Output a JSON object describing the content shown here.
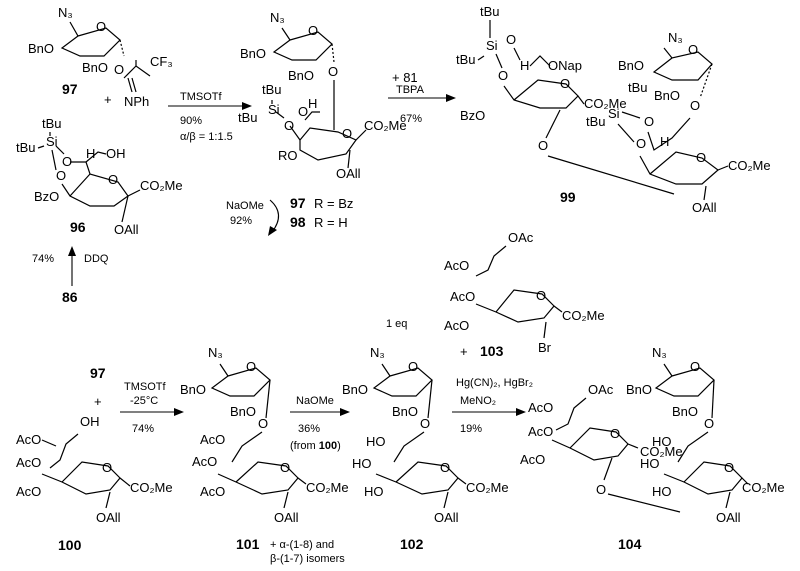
{
  "reaction1": {
    "reagent_97": {
      "n3": "N₃",
      "bno1": "BnO",
      "bno2": "BnO",
      "cf3": "CF₃",
      "nph": "NPh",
      "number": "97"
    },
    "plus": "+",
    "reagent_96": {
      "tbu1": "tBu",
      "si": "Si",
      "tbu2": "tBu",
      "oh": "OH",
      "h": "H",
      "bzo": "BzO",
      "co2me": "CO₂Me",
      "oall": "OAll",
      "number": "96"
    },
    "conditions": {
      "reagent": "TMSOTf",
      "yield": "90%",
      "ratio": "α/β = 1:1.5"
    },
    "product": {
      "n3": "N₃",
      "bno1": "BnO",
      "bno2": "BnO",
      "tbu1": "tBu",
      "si": "Si",
      "tbu2": "tBu",
      "h": "H",
      "co2me": "CO₂Me",
      "ro": "RO",
      "oall": "OAll"
    },
    "deprotection": {
      "reagent": "NaOMe",
      "yield": "92%",
      "entry_97": "97",
      "entry_97_r": "R = Bz",
      "entry_98": "98",
      "entry_98_r": "R = H"
    }
  },
  "ddq_step": {
    "start": "86",
    "yield": "74%",
    "reagent": "DDQ"
  },
  "reaction2": {
    "plus_81": "+ 81",
    "reagent": "TBPA",
    "yield": "67%",
    "product": {
      "tbu1": "tBu",
      "tbu2": "tBu",
      "si": "Si",
      "h1": "H",
      "onap": "ONap",
      "bzo": "BzO",
      "co2me1": "CO₂Me",
      "n3": "N₃",
      "bno1": "BnO",
      "bno2": "BnO",
      "tbu3": "tBu",
      "si2": "Si",
      "tbu4": "tBu",
      "h2": "H",
      "co2me2": "CO₂Me",
      "oall": "OAll",
      "number": "99"
    }
  },
  "reaction3": {
    "reagent_97": "97",
    "plus": "+",
    "reagent_100": {
      "oh": "OH",
      "aco1": "AcO",
      "aco2": "AcO",
      "aco3": "AcO",
      "co2me": "CO₂Me",
      "oall": "OAll",
      "number": "100"
    },
    "conditions": {
      "reagent": "TMSOTf",
      "temp": "-25°C",
      "yield": "74%"
    },
    "product_101": {
      "n3": "N₃",
      "bno1": "BnO",
      "bno2": "BnO",
      "aco1": "AcO",
      "aco2": "AcO",
      "aco3": "AcO",
      "co2me": "CO₂Me",
      "oall": "OAll",
      "number": "101"
    },
    "isomers_note_1": "+ α-(1-8) and",
    "isomers_note_2": "β-(1-7) isomers",
    "step2": {
      "reagent": "NaOMe",
      "yield": "36%",
      "from_prefix": "(from ",
      "from_num": "100",
      "from_suffix": ")"
    },
    "product_102": {
      "n3": "N₃",
      "bno1": "BnO",
      "bno2": "BnO",
      "ho1": "HO",
      "ho2": "HO",
      "ho3": "HO",
      "co2me": "CO₂Me",
      "oall": "OAll",
      "number": "102"
    },
    "donor_103": {
      "eq": "1 eq",
      "oac": "OAc",
      "aco1": "AcO",
      "aco2": "AcO",
      "aco3": "AcO",
      "co2me": "CO₂Me",
      "br": "Br",
      "plus": "+",
      "number": "103"
    },
    "step3": {
      "reagent1": "Hg(CN)₂, HgBr₂",
      "reagent2": "MeNO₂",
      "yield": "19%"
    },
    "product_104": {
      "oac": "OAc",
      "aco1": "AcO",
      "aco2": "AcO",
      "aco3": "AcO",
      "co2me1": "CO₂Me",
      "n3": "N₃",
      "bno1": "BnO",
      "bno2": "BnO",
      "ho1": "HO",
      "ho2": "HO",
      "ho3": "HO",
      "co2me2": "CO₂Me",
      "oall": "OAll",
      "number": "104"
    }
  }
}
